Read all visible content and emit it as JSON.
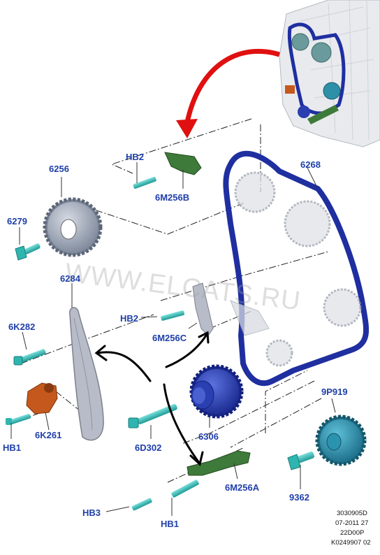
{
  "watermark": "WWW.ELCATS.RU",
  "parts": {
    "p6256": "6256",
    "p6279": "6279",
    "p6284": "6284",
    "p6K282": "6K282",
    "p6K261": "6K261",
    "p6M256B": "6M256B",
    "p6M256C": "6M256C",
    "p6M256A": "6M256A",
    "p6268": "6268",
    "p6306": "6306",
    "p6D302": "6D302",
    "p9P919": "9P919",
    "p9362": "9362",
    "hb2_top": "HB2",
    "hb2_mid": "HB2",
    "hb1_left": "HB1",
    "hb1_bottom": "HB1",
    "hb3": "HB3"
  },
  "codes": [
    "3030905D",
    "07-2011 27",
    "22D00P",
    "K0249907 02"
  ],
  "colors": {
    "label": "#1f3fa8",
    "chain": "#1f2fa0",
    "sprocket_gray": "#8c97a8",
    "guide_gray": "#b8bcc8",
    "bolt_teal": "#2fb5b0",
    "green_part": "#3e7a3a",
    "orange_part": "#c5581c",
    "blue_sprocket": "#2a3fb0",
    "teal_sprocket": "#2e8fa8",
    "red_arrow": "#e01010"
  }
}
